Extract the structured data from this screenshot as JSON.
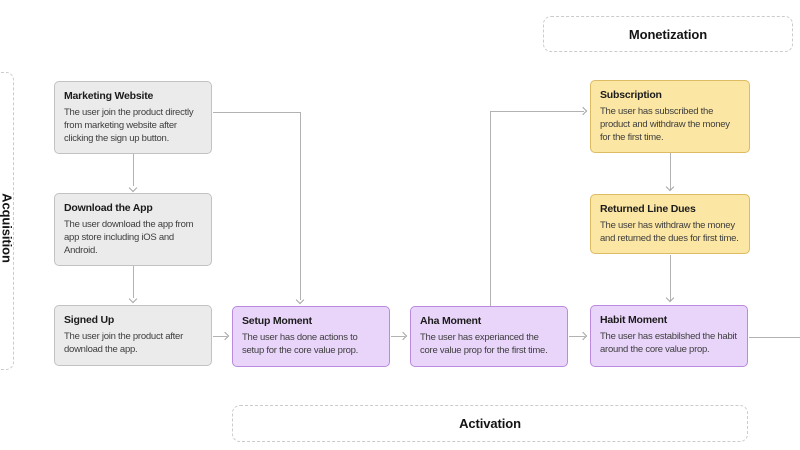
{
  "diagram": {
    "sections": {
      "acquisition": "Acquisition",
      "activation": "Activation",
      "monetization": "Monetization"
    },
    "nodes": [
      {
        "id": "marketing-website",
        "color": "gray",
        "title": "Marketing Website",
        "body": "The user join the product directly from marketing website after clicking the sign up button."
      },
      {
        "id": "download-the-app",
        "color": "gray",
        "title": "Download the App",
        "body": "The user download the app from app store including iOS and Android."
      },
      {
        "id": "signed-up",
        "color": "gray",
        "title": "Signed Up",
        "body": "The user join the product after download the app."
      },
      {
        "id": "setup-moment",
        "color": "purple",
        "title": "Setup Moment",
        "body": "The user has done actions to setup for the core value prop."
      },
      {
        "id": "aha-moment",
        "color": "purple",
        "title": "Aha Moment",
        "body": "The user has experianced the core value prop for the first time."
      },
      {
        "id": "habit-moment",
        "color": "purple",
        "title": "Habit Moment",
        "body": "The user has estabilshed the habit around the core value prop."
      },
      {
        "id": "subscription",
        "color": "yellow",
        "title": "Subscription",
        "body": "The user has subscribed the product and withdraw the money for the first time."
      },
      {
        "id": "returned-line-dues",
        "color": "yellow",
        "title": "Returned Line Dues",
        "body": "The user has withdraw the money and returned the dues for first time."
      }
    ],
    "colors": {
      "gray_fill": "#ebebeb",
      "gray_border": "#c2c2c2",
      "purple_fill": "#e9d5fa",
      "purple_border": "#b98ade",
      "yellow_fill": "#fbe6a3",
      "yellow_border": "#ddbb62",
      "connector": "#b2b2b2",
      "section_border": "#cbcbcb",
      "title_text": "#1b1b1b",
      "body_text": "#3d3d3d"
    }
  }
}
